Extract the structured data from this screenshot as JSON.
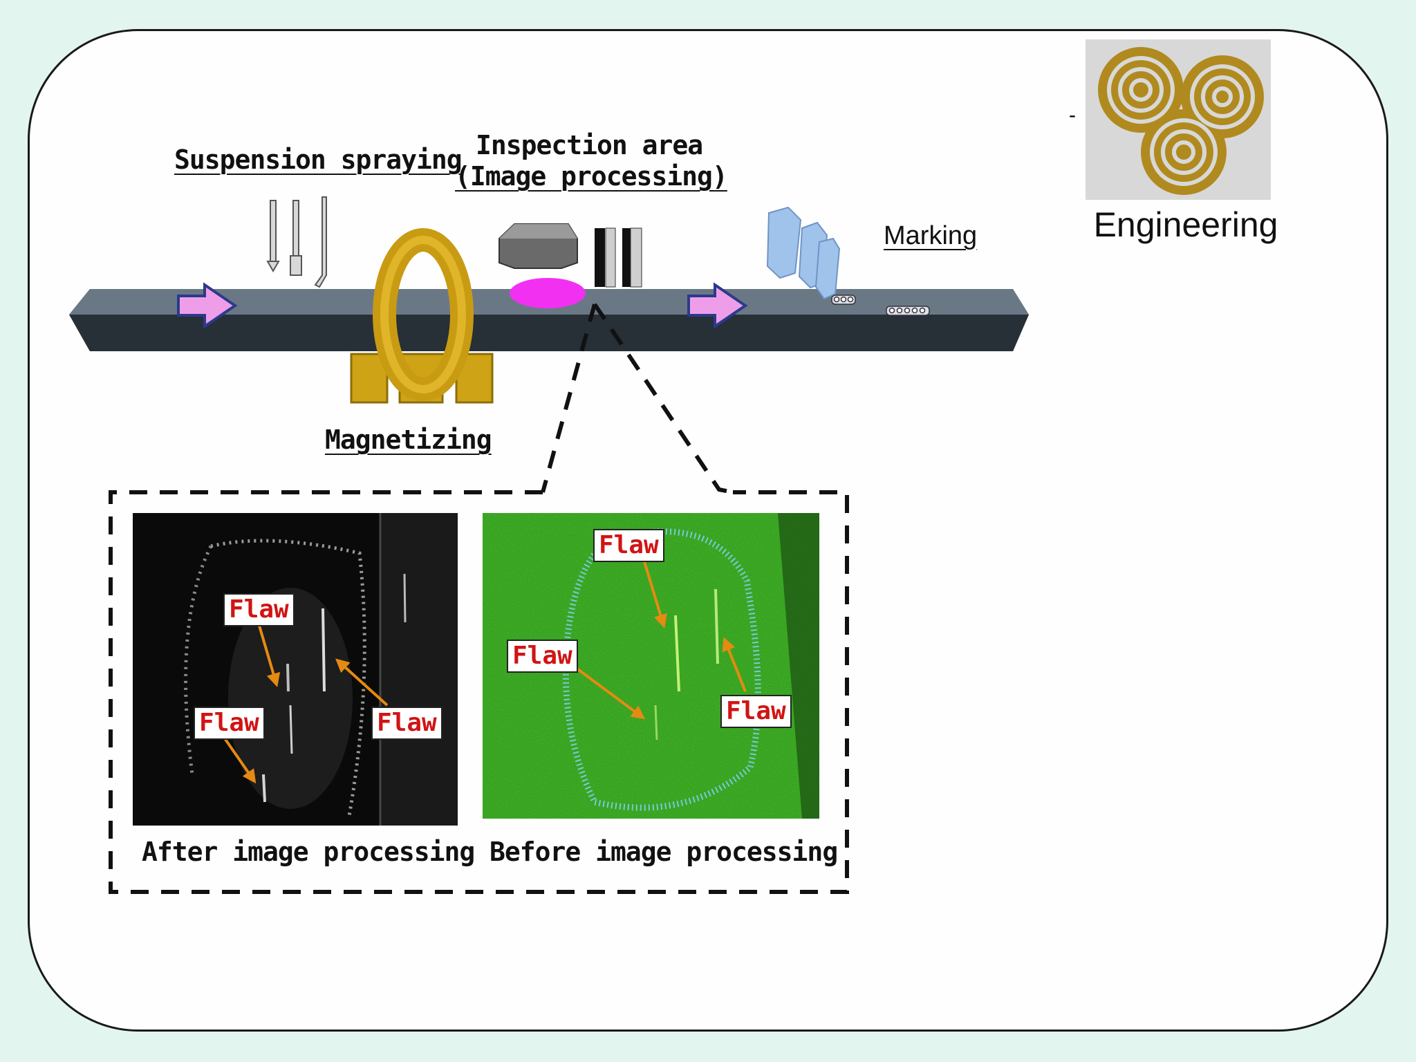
{
  "labels": {
    "suspension_spraying": "Suspension spraying",
    "inspection_area_line1": "Inspection area",
    "inspection_area_line2": "(Image processing)",
    "marking": "Marking",
    "magnetizing": "Magnetizing",
    "flaw": "Flaw",
    "after_caption": "After image processing",
    "before_caption": "Before image processing"
  },
  "logo": {
    "text": "Engineering",
    "dash": "-",
    "icon": "triple-spiral-icon"
  },
  "colors": {
    "background": "#e3f5ef",
    "rail": "#5d6c7a",
    "coil": "#d4a017",
    "spot": "#f230f2",
    "arrow": "#ee9ee8",
    "flaw_text": "#d11414",
    "logo_spiral": "#b08a1e",
    "green_image": "#2c9a18"
  }
}
